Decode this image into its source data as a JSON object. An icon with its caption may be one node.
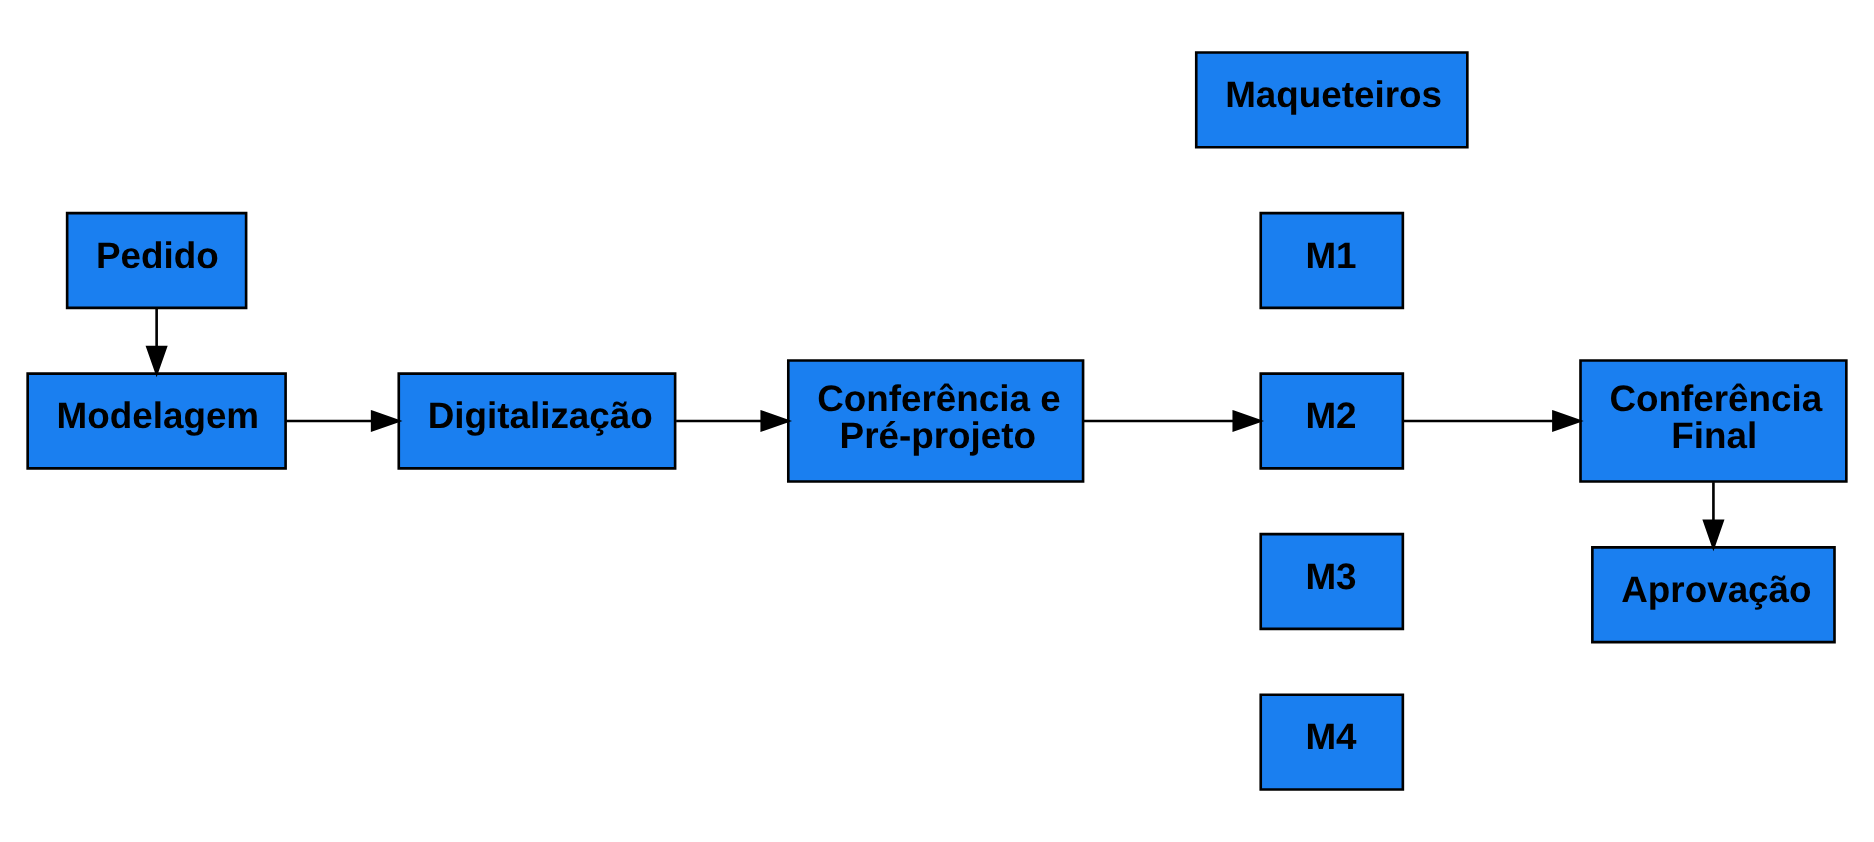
{
  "diagram": {
    "nodes": [
      {
        "text": [
          "Pedido"
        ]
      },
      {
        "text": [
          "Modelagem"
        ]
      },
      {
        "text": [
          "Digitalização"
        ]
      },
      {
        "text": [
          "Conferência e Pré-projeto"
        ]
      },
      {
        "text": [
          "Maqueteiros"
        ]
      },
      {
        "text": [
          "M1"
        ]
      },
      {
        "text": [
          "M2"
        ]
      },
      {
        "text": [
          "M3"
        ]
      },
      {
        "text": [
          "M4"
        ]
      },
      {
        "text": [
          "Conferência Final"
        ]
      },
      {
        "text": [
          "Aprovação"
        ]
      }
    ],
    "edges": [
      {
        "from": 0,
        "to": 1,
        "arrow": "to"
      },
      {
        "from": 1,
        "to": 2,
        "arrow": "to"
      },
      {
        "from": 2,
        "to": 3,
        "arrow": "to"
      },
      {
        "from": 3,
        "to": 6,
        "arrow": "to"
      },
      {
        "from": 6,
        "to": 9,
        "arrow": "to"
      },
      {
        "from": 9,
        "to": 10,
        "arrow": "to"
      }
    ]
  }
}
